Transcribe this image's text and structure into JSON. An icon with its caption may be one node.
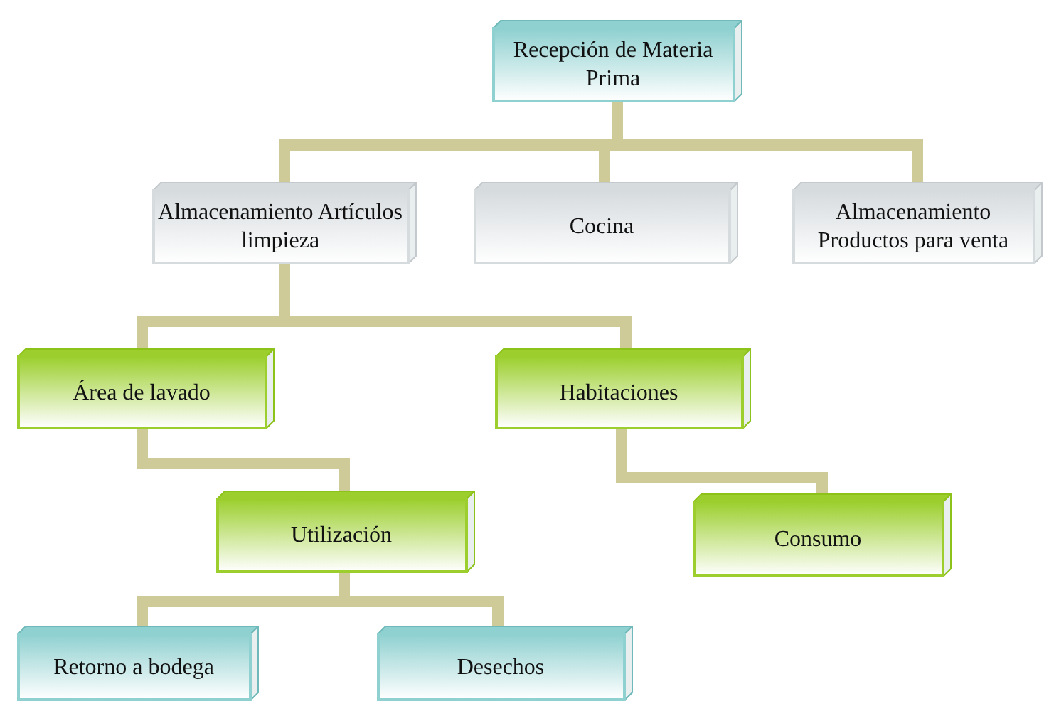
{
  "diagram": {
    "nodes": [
      {
        "text": [
          "Recepción de Materia Prima"
        ]
      },
      {
        "text": [
          "Almacenamiento Artículos limpieza"
        ]
      },
      {
        "text": [
          "Cocina"
        ]
      },
      {
        "text": [
          "Almacenamiento Productos  para venta"
        ]
      },
      {
        "text": [
          "Área de lavado"
        ]
      },
      {
        "text": [
          "Habitaciones"
        ]
      },
      {
        "text": [
          "Utilización"
        ]
      },
      {
        "text": [
          "Consumo"
        ]
      },
      {
        "text": [
          "Retorno a bodega"
        ]
      },
      {
        "text": [
          "Desechos"
        ]
      }
    ],
    "edges": [
      {
        "from": 0,
        "to": 1,
        "arrow": "none"
      },
      {
        "from": 0,
        "to": 2,
        "arrow": "none"
      },
      {
        "from": 0,
        "to": 3,
        "arrow": "none"
      },
      {
        "from": 1,
        "to": 4,
        "arrow": "none"
      },
      {
        "from": 1,
        "to": 5,
        "arrow": "none"
      },
      {
        "from": 4,
        "to": 6,
        "arrow": "none"
      },
      {
        "from": 5,
        "to": 7,
        "arrow": "none"
      },
      {
        "from": 6,
        "to": 8,
        "arrow": "none"
      },
      {
        "from": 6,
        "to": 9,
        "arrow": "none"
      }
    ]
  }
}
